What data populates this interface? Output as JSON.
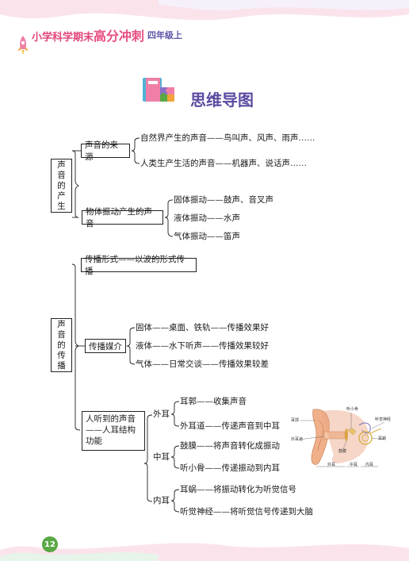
{
  "header": {
    "title_a": "小学科学期末",
    "title_b": "高分冲刺",
    "grade": "四年级上"
  },
  "section_title": "思维导图",
  "page_number": "12",
  "colors": {
    "pink": "#e84c80",
    "purple": "#5d4aa0",
    "green": "#5aa845"
  },
  "map1": {
    "root": [
      "声",
      "音",
      "的",
      "产",
      "生"
    ],
    "source_label": "声音的来源",
    "source_items": [
      "自然界产生的声音——鸟叫声、风声、雨声……",
      "人类生产生活的声音——机器声、说话声……"
    ],
    "vibration_label": "物体振动产生的声音",
    "vibration_items": [
      "固体振动——鼓声、音叉声",
      "液体振动——水声",
      "气体振动——笛声"
    ]
  },
  "map2": {
    "root": [
      "声",
      "音",
      "的",
      "传",
      "播"
    ],
    "form_label": "传播形式——以波的形式传播",
    "medium_label": "传播媒介",
    "medium_items": [
      "固体——桌面、铁轨——传播效果好",
      "液体——水下听声——传播效果较好",
      "气体——日常交谈——传播效果较差"
    ],
    "hearing_label": [
      "人听到的声音",
      "——人耳结构",
      "功能"
    ],
    "outer_ear": {
      "label": "外耳",
      "items": [
        "耳郭——收集声音",
        "外耳道——传递声音到中耳"
      ]
    },
    "middle_ear": {
      "label": "中耳",
      "items": [
        "鼓膜——将声音转化成振动",
        "听小骨——传递振动到内耳"
      ]
    },
    "inner_ear": {
      "label": "内耳",
      "items": [
        "耳蜗——将振动转化为听觉信号",
        "听觉神经——将听觉信号传递到大脑"
      ]
    },
    "diagram_labels": {
      "auricle": "耳郭",
      "canal": "外耳道",
      "ossicles": "听小骨",
      "eardrum": "鼓膜",
      "nerve": "听觉神经",
      "cochlea": "耳蜗",
      "outer": "外耳",
      "middle": "中耳",
      "inner": "内耳"
    }
  }
}
